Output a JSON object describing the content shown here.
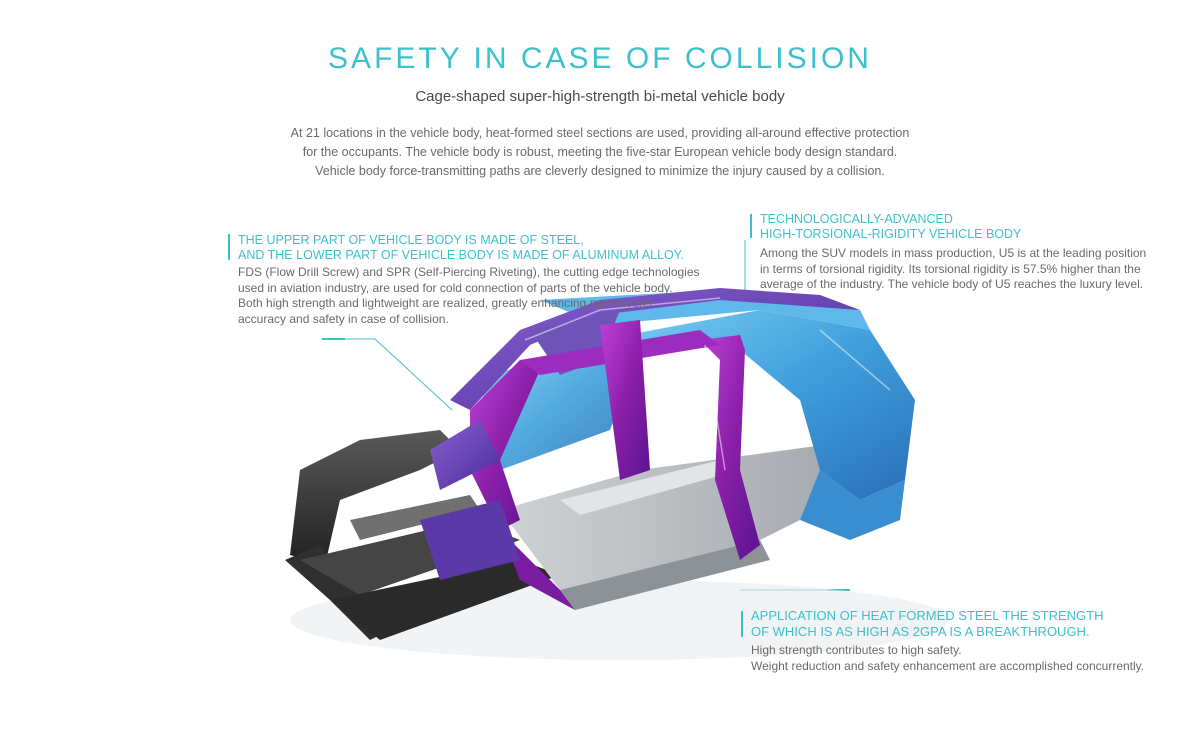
{
  "header": {
    "title": "SAFETY IN CASE OF COLLISION",
    "subtitle": "Cage-shaped super-high-strength bi-metal vehicle body",
    "intro_lines": [
      "At 21 locations in the vehicle body, heat-formed steel sections are used, providing all-around effective protection",
      "for the occupants. The vehicle body is robust, meeting the five-star European vehicle body design standard.",
      "Vehicle body force-transmitting paths are cleverly designed to minimize the injury caused by a collision."
    ]
  },
  "callouts": {
    "left": {
      "heading_lines": [
        "THE UPPER PART OF VEHICLE BODY IS MADE OF STEEL,",
        "AND THE LOWER PART OF VEHICLE BODY IS MADE OF ALUMINUM ALLOY."
      ],
      "body_lines": [
        "FDS (Flow Drill Screw) and SPR (Self-Piercing Riveting), the cutting edge technologies",
        "used in aviation industry, are used for cold connection of parts of the vehicle body.",
        "Both high strength and lightweight are realized, greatly enhancing maneuverer",
        "accuracy and safety in case of collision."
      ]
    },
    "right": {
      "heading_lines": [
        "TECHNOLOGICALLY-ADVANCED",
        "HIGH-TORSIONAL-RIGIDITY VEHICLE BODY"
      ],
      "body_lines": [
        "Among the SUV models in mass production, U5 is at the leading position",
        "in terms of torsional rigidity. Its torsional rigidity is 57.5% higher than the",
        "average of the industry. The vehicle body of U5 reaches the luxury level."
      ]
    },
    "bottom": {
      "heading_lines": [
        "APPLICATION OF HEAT FORMED STEEL THE STRENGTH",
        "OF WHICH IS AS HIGH AS 2GPA IS A BREAKTHROUGH."
      ],
      "body_lines": [
        "High strength contributes to high safety.",
        "Weight reduction and safety enhancement are accomplished concurrently."
      ]
    }
  },
  "colors": {
    "accent": "#3cc1cc",
    "steel_purple": "#8a1fa8",
    "body_blue": "#4aa8e0",
    "frame_dark": "#3a3a3a",
    "floor_grey": "#b8bcc0"
  }
}
